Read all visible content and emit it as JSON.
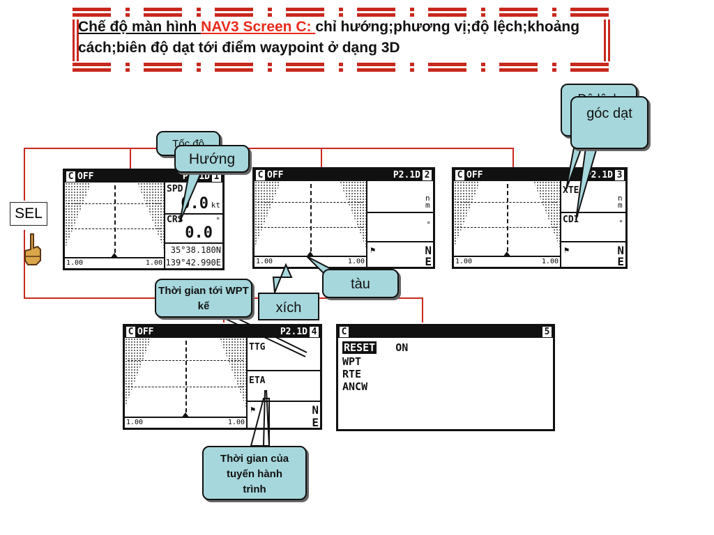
{
  "title": {
    "part1": "Chế độ màn hình ",
    "highlight": "NAV3 Screen C: ",
    "part2": "chỉ hướng;phương vị;độ lệch;khoảng cách;biên độ dạt tới điểm waypoint ở dạng 3D"
  },
  "sel_label": "SEL",
  "screens": [
    {
      "c": "C",
      "off": "OFF",
      "page": "P2.1D",
      "num": "1",
      "left_scale": "1.00",
      "right_scale": "1.00",
      "spd_label": "SPD",
      "spd_value": "0.0",
      "spd_unit": "kt",
      "crs_label": "CRS",
      "crs_value": "0.0",
      "crs_unit": "°",
      "lat": "35°38.180N",
      "lon": "139°42.990E"
    },
    {
      "c": "C",
      "off": "OFF",
      "page": "P2.1D",
      "num": "2",
      "left_scale": "1.00",
      "right_scale": "1.00",
      "unit1": "n m",
      "unit2": "°",
      "n": "N",
      "e": "E"
    },
    {
      "c": "C",
      "off": "OFF",
      "page": "P2.1D",
      "num": "3",
      "left_scale": "1.00",
      "right_scale": "1.00",
      "xte_label": "XTE",
      "cdi_label": "CDI",
      "unit1": "n m",
      "unit2": "°",
      "n": "N",
      "e": "E"
    },
    {
      "c": "C",
      "off": "OFF",
      "page": "P2.1D",
      "num": "4",
      "left_scale": "1.00",
      "right_scale": "1.00",
      "ttg_label": "TTG",
      "eta_label": "ETA",
      "n": "N",
      "e": "E"
    }
  ],
  "menu": {
    "c": "C",
    "num": "5",
    "reset": "RESET",
    "reset_value": "ON",
    "wpt": "WPT",
    "rte": "RTE",
    "ancw": "ANCW"
  },
  "callouts": {
    "toc_do": "Tốc độ",
    "huong": "Hướng",
    "do_lech": "Độ lệch",
    "goc_dat": "góc dạt",
    "tau": "tàu",
    "xich": "xích",
    "thoi_gian_toi": "Thời gian tới WPT kế",
    "thoi_gian_tuyen": "Thời gian của tuyến hành trình"
  }
}
